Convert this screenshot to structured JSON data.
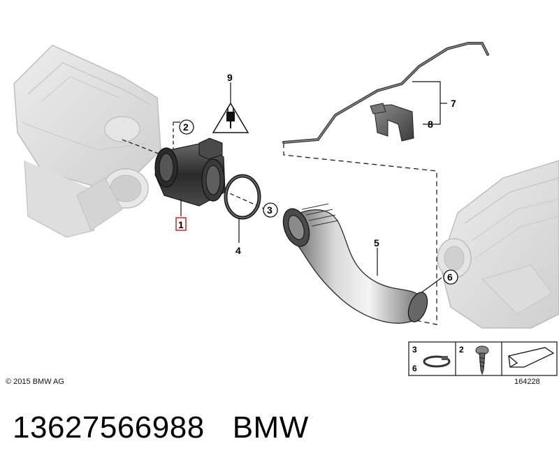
{
  "callouts": {
    "c1": "1",
    "c2": "2",
    "c3": "3",
    "c4": "4",
    "c5": "5",
    "c6": "6",
    "c7": "7",
    "c8": "8",
    "c9": "9"
  },
  "legend": {
    "cell1_top": "3",
    "cell1_bottom": "6",
    "cell2": "2"
  },
  "copyright": "© 2015 BMW AG",
  "diagram_number": "164228",
  "caption": {
    "part_number": "13627566988",
    "brand": "BMW"
  },
  "colors": {
    "highlight": "#e0302f",
    "ghost_part": "#d8d8d8",
    "ghost_stroke": "#bdbdbd",
    "part_dark": "#3b3b3b"
  }
}
